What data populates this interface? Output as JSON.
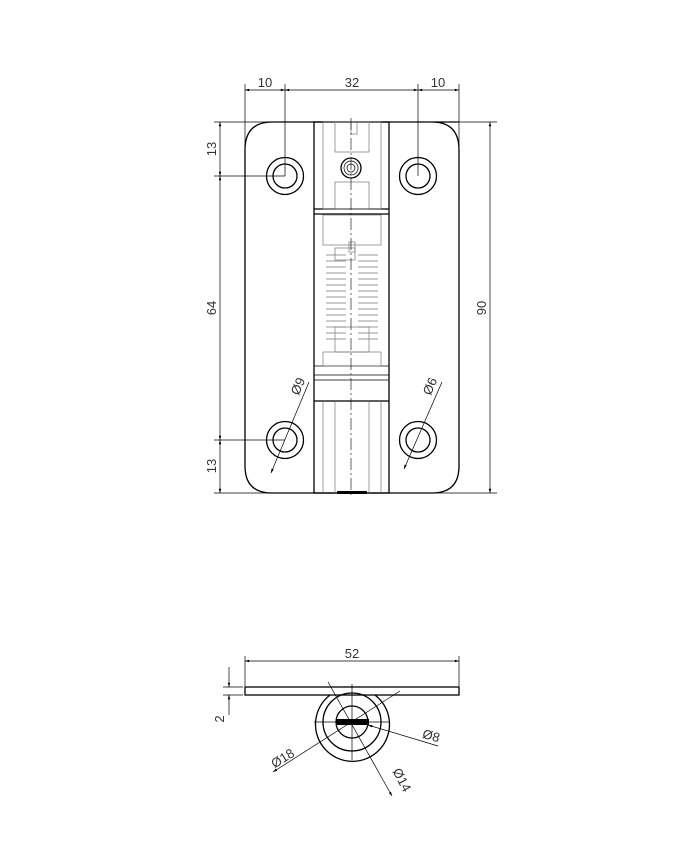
{
  "top_view": {
    "dims": {
      "hole_edge_left": "10",
      "hole_spacing_x": "32",
      "hole_edge_right": "10",
      "hole_edge_top": "13",
      "hole_spacing_y": "64",
      "hole_edge_bottom": "13",
      "overall_height": "90",
      "counterbore_dia": "Ø9",
      "hole_dia": "Ø6"
    }
  },
  "side_view": {
    "dims": {
      "overall_width": "52",
      "thickness": "2",
      "outer_dia": "Ø18",
      "barrel_dia": "Ø14",
      "pin_dia": "Ø8"
    }
  }
}
